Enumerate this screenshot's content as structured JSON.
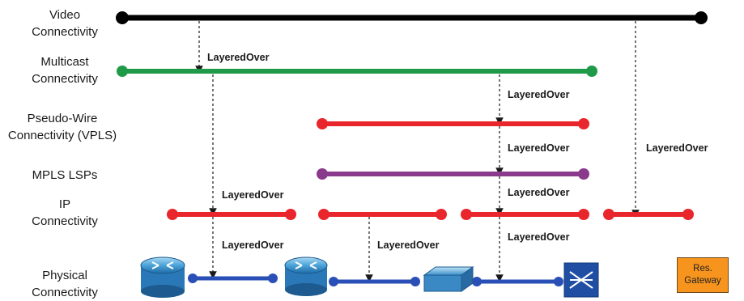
{
  "layers": {
    "video": [
      "Video",
      "Connectivity"
    ],
    "multicast": [
      "Multicast",
      "Connectivity"
    ],
    "pseudowire": [
      "Pseudo-Wire",
      "Connectivity (VPLS)"
    ],
    "mpls": [
      "MPLS LSPs"
    ],
    "ip": [
      "IP",
      "Connectivity"
    ],
    "physical": [
      "Physical",
      "Connectivity"
    ]
  },
  "relation_label": "LayeredOver",
  "gateway": [
    "Res.",
    "Gateway"
  ],
  "colors": {
    "video": "#000000",
    "multicast": "#1e9a48",
    "pseudowire": "#e8262b",
    "mpls": "#8a3a8c",
    "ip": "#e8262b",
    "physical": "#2a4fb6",
    "gateway": "#f7941d"
  },
  "device_icons": [
    "router-icon",
    "router-icon",
    "switch-icon",
    "cross-connect-icon"
  ]
}
